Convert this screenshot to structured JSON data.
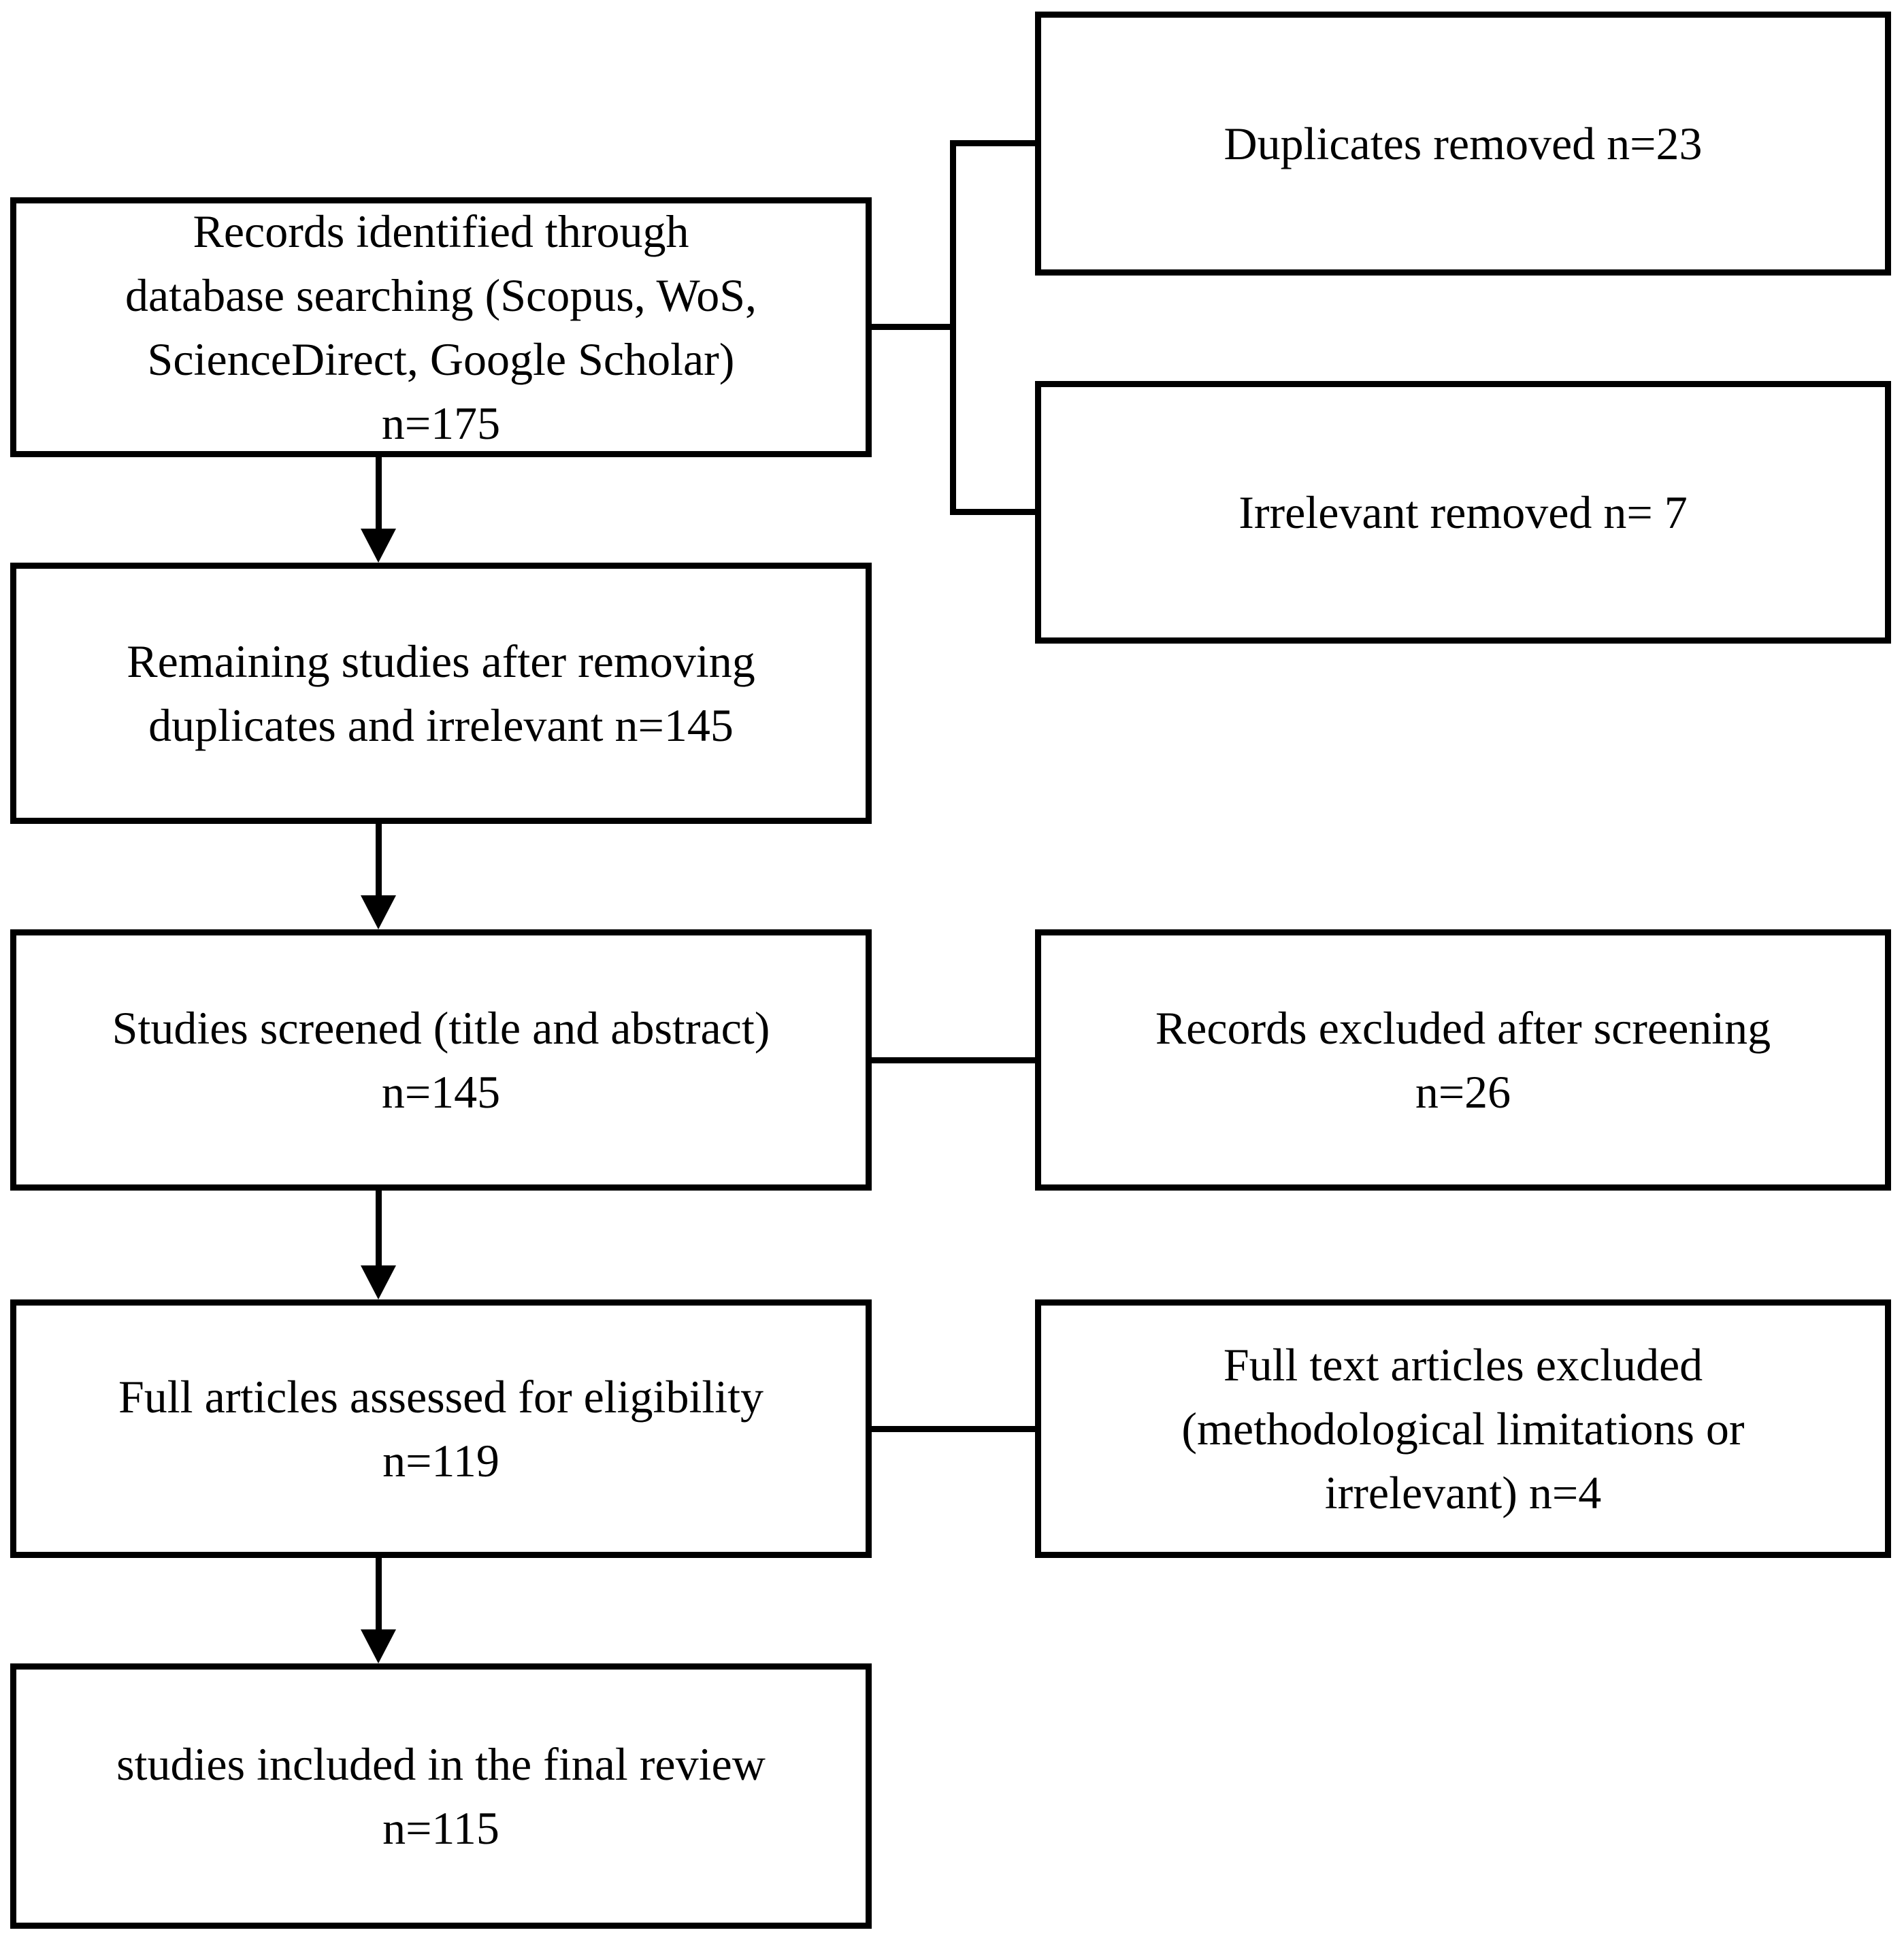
{
  "figure": {
    "kind": "study-selection-flow-diagram",
    "colors": {
      "line": "#000000",
      "text": "#000000",
      "background": "#ffffff"
    },
    "boxes": {
      "identification": {
        "lines": [
          "Records identified through",
          "database searching (Scopus, WoS,",
          "ScienceDirect, Google Scholar)",
          "n=175"
        ]
      },
      "duplicates_removed": {
        "lines": [
          "Duplicates removed n=23"
        ]
      },
      "irrelevant_removed": {
        "lines": [
          "Irrelevant removed n= 7"
        ]
      },
      "remaining_after_removal": {
        "lines": [
          "Remaining studies after removing",
          "duplicates and irrelevant n=145"
        ]
      },
      "screened": {
        "lines": [
          "Studies screened (title and abstract)",
          "n=145"
        ]
      },
      "excluded_after_screening": {
        "lines": [
          "Records excluded after screening",
          "n=26"
        ]
      },
      "full_articles_assessed": {
        "lines": [
          "Full articles assessed for eligibility",
          "n=119"
        ]
      },
      "full_text_excluded": {
        "lines": [
          "Full text articles excluded",
          "(methodological limitations or",
          "irrelevant) n=4"
        ]
      },
      "included_final_review": {
        "lines": [
          "studies included in the final review",
          "n=115"
        ]
      }
    }
  }
}
